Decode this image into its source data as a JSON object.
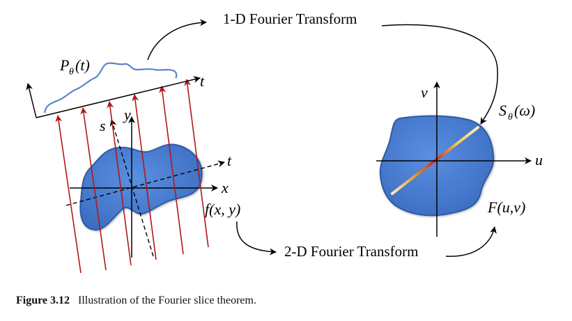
{
  "labels": {
    "one_d_ft": "1-D Fourier Transform",
    "two_d_ft": "2-D Fourier Transform",
    "projection_base": "P",
    "projection_sub": "θ",
    "projection_arg": "(t)",
    "spatial_axis_t": "t",
    "spatial_axis_s": "s",
    "spatial_axis_x": "x",
    "spatial_axis_y": "y",
    "rotated_axis_t": "t",
    "object_fn": "f(x, y)",
    "freq_axis_u": "u",
    "freq_axis_v": "v",
    "slice_base": "S",
    "slice_sub": "θ",
    "slice_arg": "(ω)",
    "freq_fn": "F(u,v)"
  },
  "caption": {
    "figure_number": "Figure 3.12",
    "text": "Illustration of the Fourier slice theorem."
  },
  "colors": {
    "object_fill": "#4a7fd4",
    "object_stroke": "#2d5aa8",
    "ray": "#b01818",
    "projection_curve": "#5b86c8",
    "slice_hot": "#d42020",
    "slice_warm": "#f2c94c",
    "slice_end": "#f4f0c0"
  }
}
